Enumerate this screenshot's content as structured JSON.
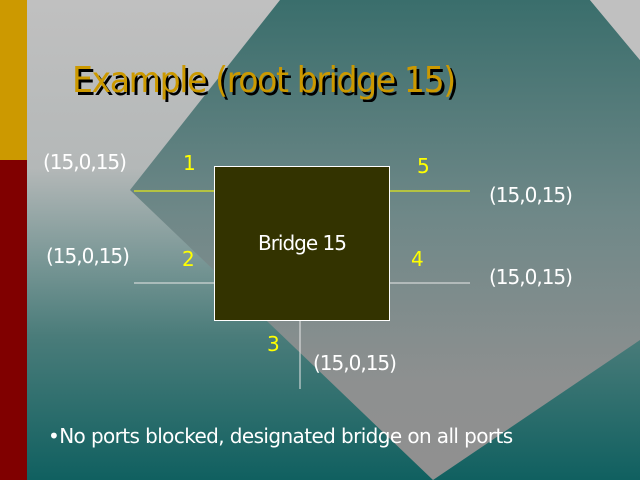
{
  "slide": {
    "title": "Example (root bridge 15)",
    "bridge_label": "Bridge 15",
    "ports": [
      {
        "number": "1",
        "vector": "(15,0,15)"
      },
      {
        "number": "2",
        "vector": "(15,0,15)"
      },
      {
        "number": "3",
        "vector": "(15,0,15)"
      },
      {
        "number": "4",
        "vector": "(15,0,15)"
      },
      {
        "number": "5",
        "vector": "(15,0,15)"
      }
    ],
    "bullet": "•No ports blocked, designated bridge on all ports"
  },
  "colors": {
    "title": "#cc9900",
    "port": "#ffff00",
    "bridge_fill": "#333300",
    "accent_gold": "#cc9900",
    "accent_red": "#800000"
  }
}
